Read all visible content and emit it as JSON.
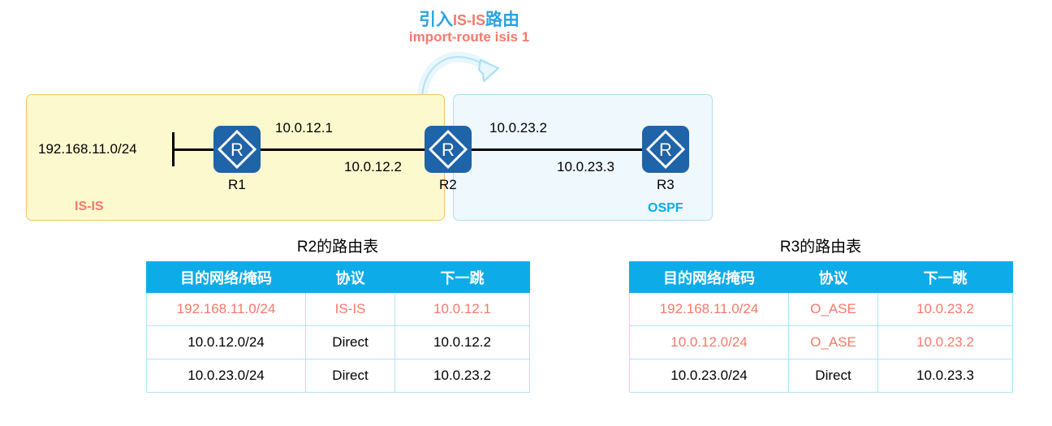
{
  "annotation": {
    "title_cn_prefix": "引入",
    "title_protocol": "IS-IS",
    "title_cn_suffix": "路由",
    "command": "import-route isis 1",
    "arrow_icon": "curved-arrow-icon"
  },
  "topology": {
    "zones": [
      {
        "id": "isis",
        "label": "IS-IS",
        "fill": "#FCF9CF",
        "border": "#F2C66B",
        "label_color": "#F4796B"
      },
      {
        "id": "ospf",
        "label": "OSPF",
        "fill": "#EEF8FD",
        "border": "#AEDFF5",
        "label_color": "#00AEEF"
      }
    ],
    "routers": [
      {
        "id": "r1",
        "name": "R1",
        "icon": "router-icon"
      },
      {
        "id": "r2",
        "name": "R2",
        "icon": "router-icon"
      },
      {
        "id": "r3",
        "name": "R3",
        "icon": "router-icon"
      }
    ],
    "ip_labels": {
      "stub_network": "192.168.11.0/24",
      "r1_to_r2": "10.0.12.1",
      "r2_to_r1": "10.0.12.2",
      "r2_to_r3": "10.0.23.2",
      "r3_to_r2": "10.0.23.3"
    }
  },
  "tables": [
    {
      "id": "r2",
      "title": "R2的路由表",
      "headers": [
        "目的网络/掩码",
        "协议",
        "下一跳"
      ],
      "rows": [
        {
          "highlight": true,
          "cells": [
            "192.168.11.0/24",
            "IS-IS",
            "10.0.12.1"
          ]
        },
        {
          "highlight": false,
          "cells": [
            "10.0.12.0/24",
            "Direct",
            "10.0.12.2"
          ]
        },
        {
          "highlight": false,
          "cells": [
            "10.0.23.0/24",
            "Direct",
            "10.0.23.2"
          ]
        }
      ]
    },
    {
      "id": "r3",
      "title": "R3的路由表",
      "headers": [
        "目的网络/掩码",
        "协议",
        "下一跳"
      ],
      "rows": [
        {
          "highlight": true,
          "cells": [
            "192.168.11.0/24",
            "O_ASE",
            "10.0.23.2"
          ]
        },
        {
          "highlight": true,
          "cells": [
            "10.0.12.0/24",
            "O_ASE",
            "10.0.23.2"
          ]
        },
        {
          "highlight": false,
          "cells": [
            "10.0.23.0/24",
            "Direct",
            "10.0.23.3"
          ]
        }
      ]
    }
  ],
  "colors": {
    "header_blue": "#0DACE8",
    "highlight_red": "#F4796B",
    "router_blue": "#1F63A8",
    "table_border": "#B2E2F7"
  }
}
